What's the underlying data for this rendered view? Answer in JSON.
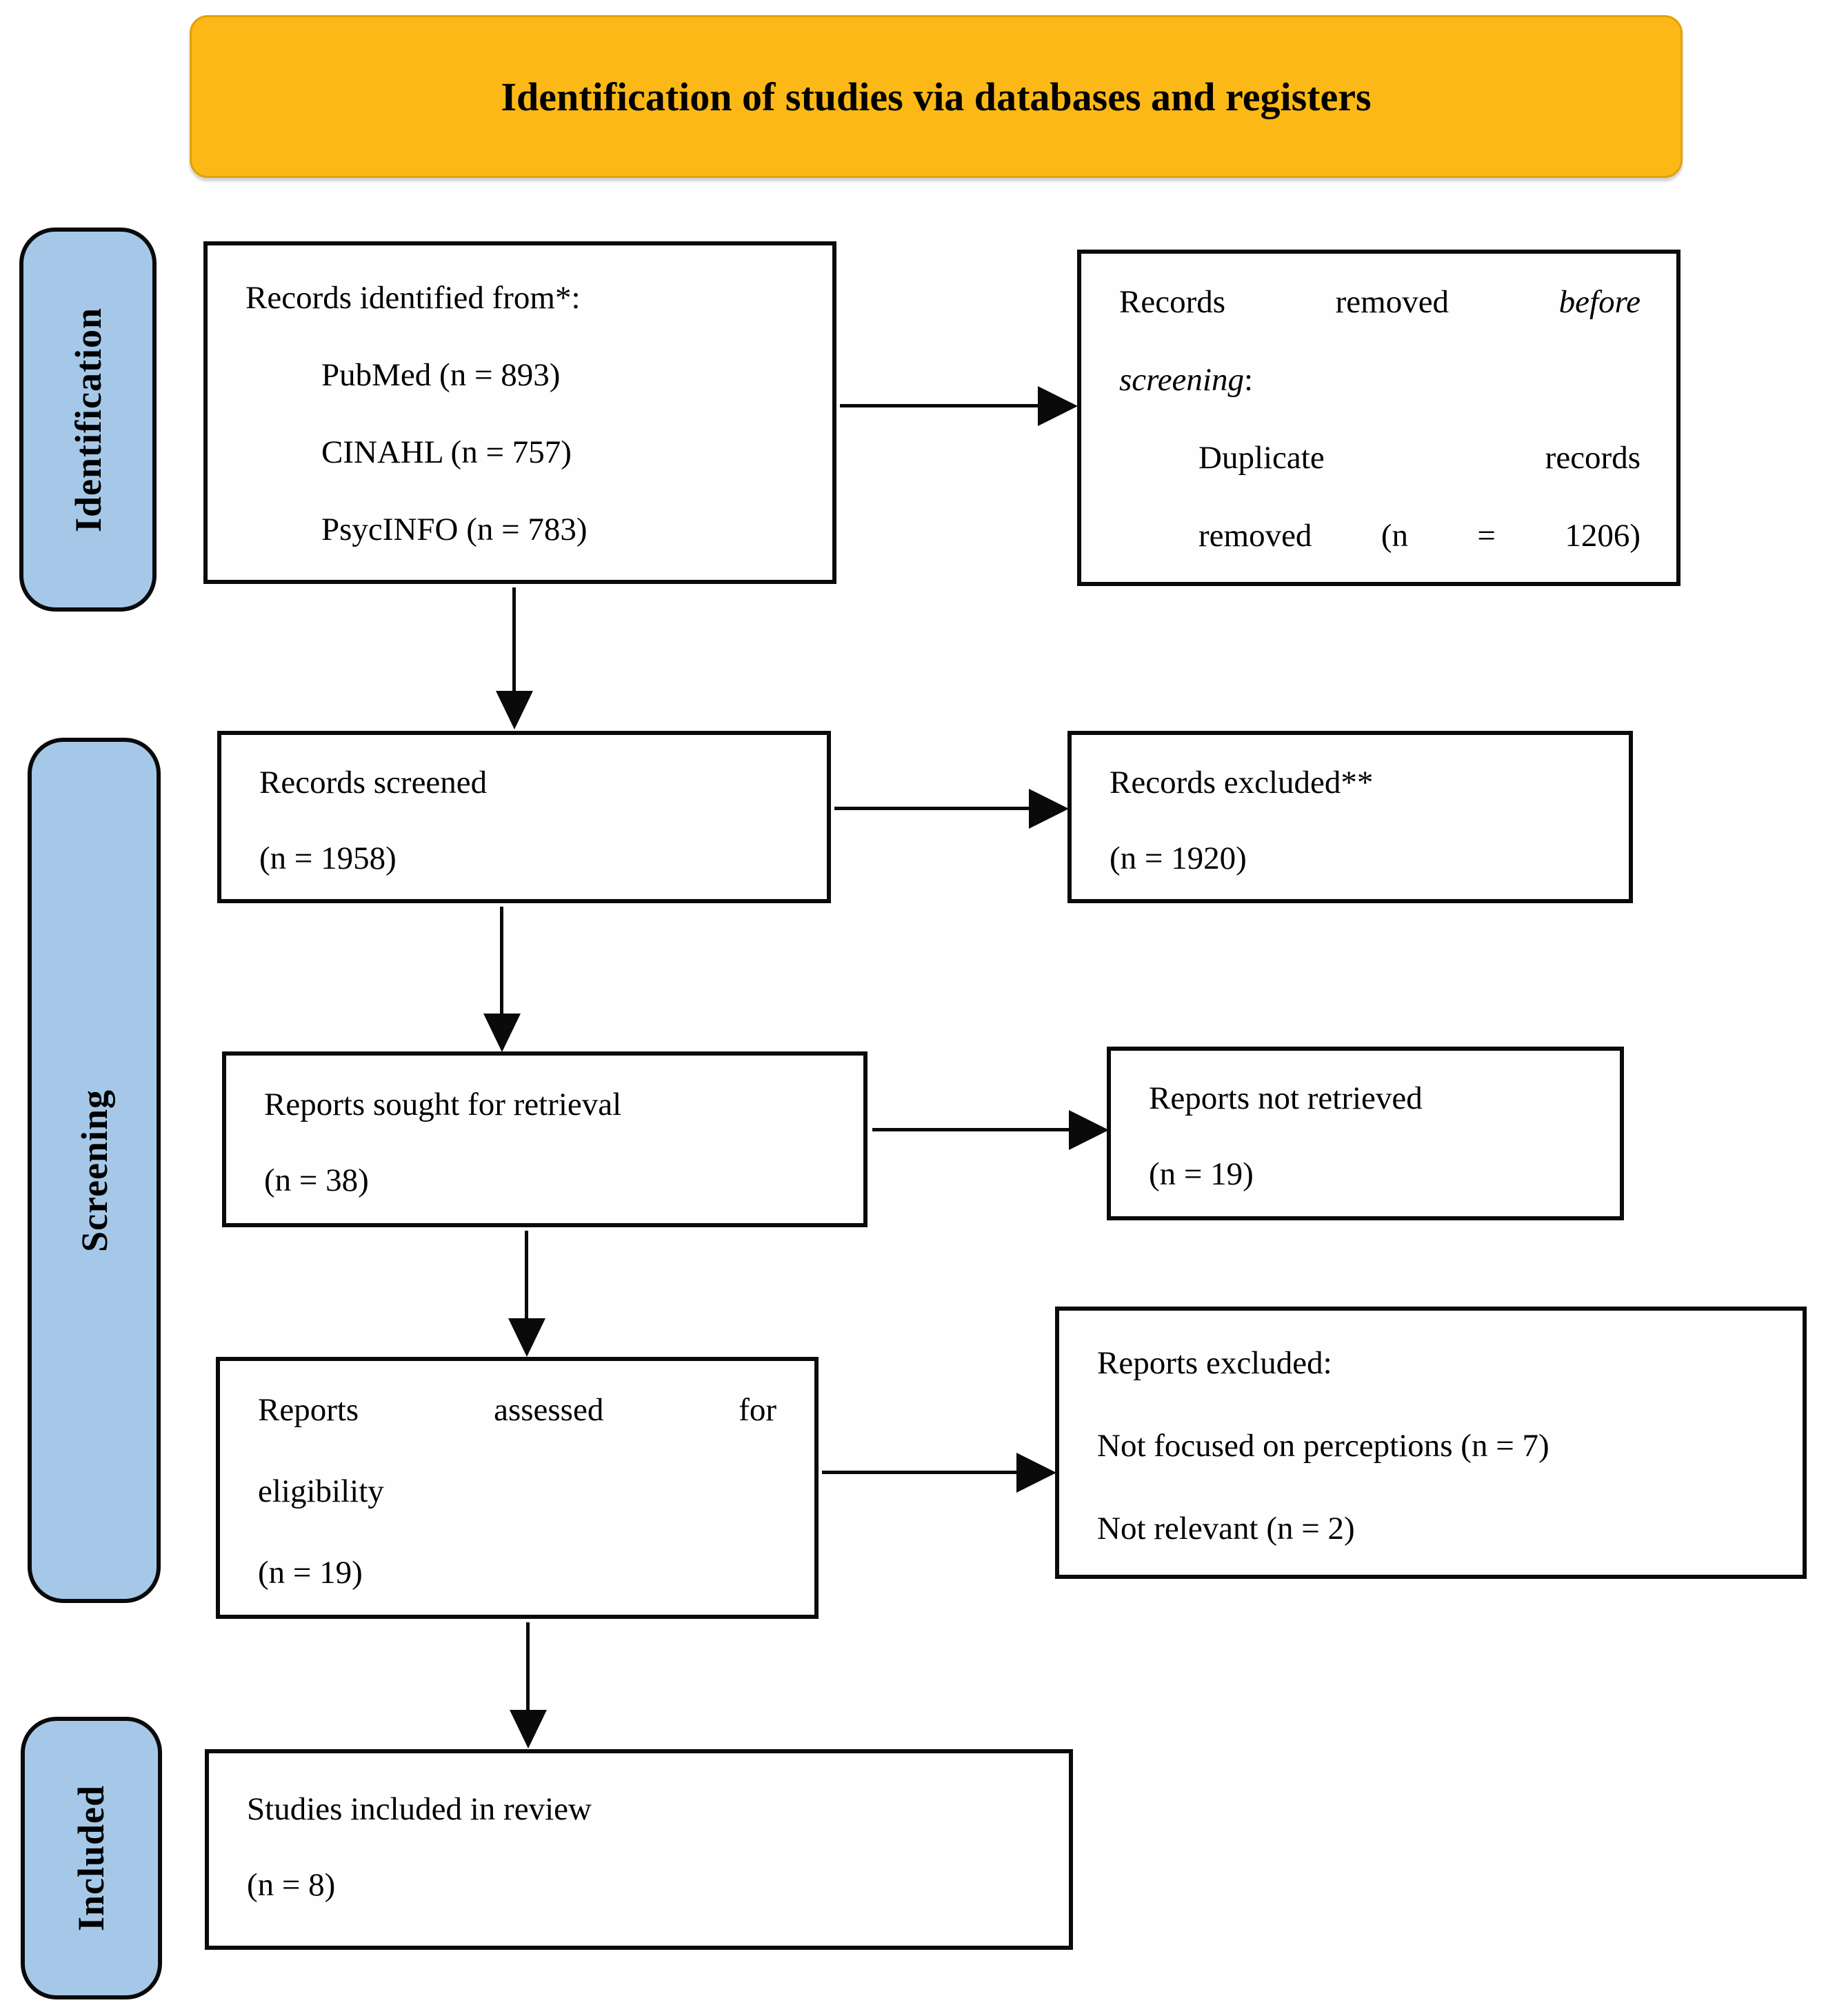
{
  "figure": {
    "type": "prisma-flow-diagram",
    "colors": {
      "banner_bg": "#FCB817",
      "stage_label_bg": "#A6C8E8",
      "box_border": "#0a0a0a",
      "text": "#000000"
    }
  },
  "banner": {
    "title": "Identification of studies via databases and registers"
  },
  "stages": {
    "identification": "Identification",
    "screening": "Screening",
    "included": "Included"
  },
  "boxes": {
    "records_identified": {
      "heading": "Records identified from*:",
      "items": [
        "PubMed (n = 893)",
        "CINAHL (n = 757)",
        "PsycINFO (n = 783)"
      ]
    },
    "records_removed": {
      "l1_normal": "Records removed",
      "l1_italic": "before",
      "l2_italic": "screening",
      "l2_normal": ":",
      "item_l1": "Duplicate records",
      "item_l2": "removed (n = 1206)"
    },
    "records_screened": {
      "l1": "Records screened",
      "l2": "(n = 1958)"
    },
    "records_excluded": {
      "l1": "Records excluded**",
      "l2": "(n = 1920)"
    },
    "reports_sought": {
      "l1": "Reports sought for retrieval",
      "l2": "(n = 38)"
    },
    "reports_not_retrieved": {
      "l1": "Reports not retrieved",
      "l2": "(n = 19)"
    },
    "reports_assessed": {
      "l1": "Reports assessed for",
      "l2": "eligibility",
      "l3": "(n = 19)"
    },
    "reports_excluded": {
      "heading": "Reports excluded:",
      "items": [
        "Not focused on perceptions (n = 7)",
        "Not relevant (n = 2)"
      ]
    },
    "studies_included": {
      "l1": "Studies included in review",
      "l2": "(n = 8)"
    }
  }
}
